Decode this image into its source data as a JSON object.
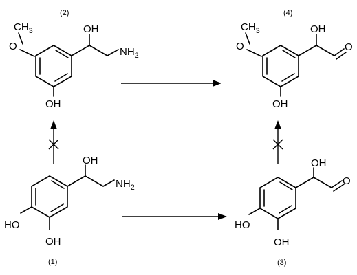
{
  "compounds": [
    {
      "number": "(2)",
      "methyl": "CH",
      "methyl_sub": "3",
      "ether_o": "O",
      "hydroxyl": "OH",
      "amine": "NH",
      "amine_sub": "2",
      "ring_oh": "OH"
    },
    {
      "number": "(4)",
      "methyl": "CH",
      "methyl_sub": "3",
      "ether_o": "O",
      "hydroxyl": "OH",
      "carbonyl_o": "O",
      "ring_oh": "OH"
    },
    {
      "number": "(1)",
      "hydroxyl": "OH",
      "amine": "NH",
      "amine_sub": "2",
      "ring_oh_left": "HO",
      "ring_oh_bottom": "OH"
    },
    {
      "number": "(3)",
      "hydroxyl": "OH",
      "carbonyl_o": "O",
      "ring_oh_left": "HO",
      "ring_oh_bottom": "OH"
    }
  ]
}
